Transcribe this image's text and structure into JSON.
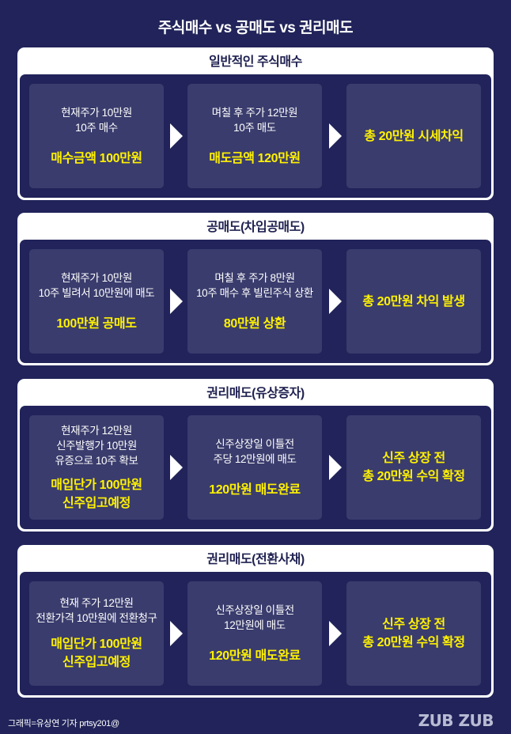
{
  "title": "주식매수 vs 공매도 vs 권리매도",
  "colors": {
    "background": "#21235a",
    "box": "#3a3c6d",
    "highlight": "#fff200",
    "card": "#ffffff"
  },
  "sections": [
    {
      "title": "일반적인 주식매수",
      "boxes": [
        {
          "lines": [
            "현재주가 10만원",
            "10주 매수"
          ],
          "highlight": [
            "매수금액 100만원"
          ]
        },
        {
          "lines": [
            "며칠 후 주가 12만원",
            "10주 매도"
          ],
          "highlight": [
            "매도금액 120만원"
          ]
        },
        {
          "lines": [],
          "highlight": [
            "총 20만원 시세차익"
          ]
        }
      ]
    },
    {
      "title": "공매도(차입공매도)",
      "boxes": [
        {
          "lines": [
            "현재주가 10만원",
            "10주 빌려서 10만원에 매도"
          ],
          "highlight": [
            "100만원 공매도"
          ]
        },
        {
          "lines": [
            "며칠 후 주가 8만원",
            "10주 매수 후 빌린주식 상환"
          ],
          "highlight": [
            "80만원 상환"
          ]
        },
        {
          "lines": [],
          "highlight": [
            "총 20만원 차익 발생"
          ]
        }
      ]
    },
    {
      "title": "권리매도(유상증자)",
      "boxes": [
        {
          "lines": [
            "현재주가 12만원",
            "신주발행가 10만원",
            "유증으로 10주 확보"
          ],
          "highlight": [
            "매입단가 100만원",
            "신주입고예정"
          ]
        },
        {
          "lines": [
            "신주상장일 이틀전",
            "주당 12만원에 매도"
          ],
          "highlight": [
            "120만원 매도완료"
          ]
        },
        {
          "lines": [],
          "highlight": [
            "신주 상장 전",
            "총 20만원 수익 확정"
          ]
        }
      ]
    },
    {
      "title": "권리매도(전환사채)",
      "boxes": [
        {
          "lines": [
            "현재 주가 12만원",
            "전환가격 10만원에 전환청구"
          ],
          "highlight": [
            "매입단가 100만원",
            "신주입고예정"
          ]
        },
        {
          "lines": [
            "신주상장일 이틀전",
            "12만원에 매도"
          ],
          "highlight": [
            "120만원 매도완료"
          ]
        },
        {
          "lines": [],
          "highlight": [
            "신주 상장 전",
            "총 20만원 수익 확정"
          ]
        }
      ]
    }
  ],
  "icons": {
    "arrow": "arrow-right-icon"
  },
  "footer": {
    "credit": "그래픽=유상연 기자 prtsy201@",
    "logo": "ZUB ZUB"
  }
}
